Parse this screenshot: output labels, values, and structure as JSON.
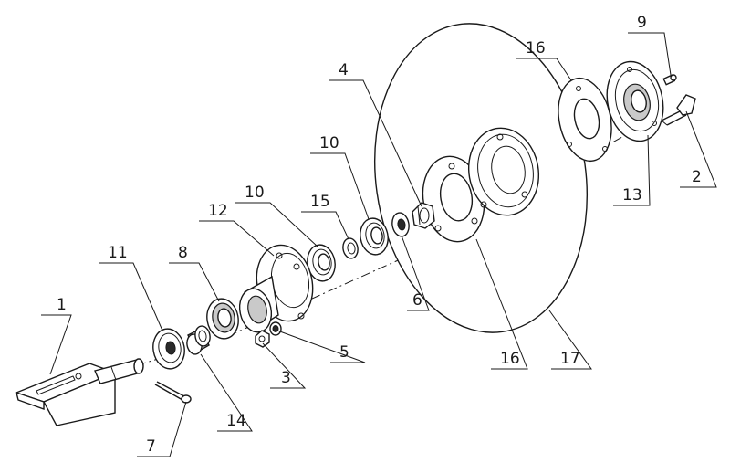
{
  "callouts": [
    {
      "id": "c1",
      "text": "1"
    },
    {
      "id": "c2",
      "text": "2"
    },
    {
      "id": "c3",
      "text": "3"
    },
    {
      "id": "c4",
      "text": "4"
    },
    {
      "id": "c5",
      "text": "5"
    },
    {
      "id": "c6",
      "text": "6"
    },
    {
      "id": "c7",
      "text": "7"
    },
    {
      "id": "c8",
      "text": "8"
    },
    {
      "id": "c9",
      "text": "9"
    },
    {
      "id": "c10a",
      "text": "10"
    },
    {
      "id": "c10b",
      "text": "10"
    },
    {
      "id": "c11",
      "text": "11"
    },
    {
      "id": "c12",
      "text": "12"
    },
    {
      "id": "c13",
      "text": "13"
    },
    {
      "id": "c14",
      "text": "14"
    },
    {
      "id": "c15",
      "text": "15"
    },
    {
      "id": "c16a",
      "text": "16"
    },
    {
      "id": "c16b",
      "text": "16"
    },
    {
      "id": "c17",
      "text": "17"
    }
  ]
}
